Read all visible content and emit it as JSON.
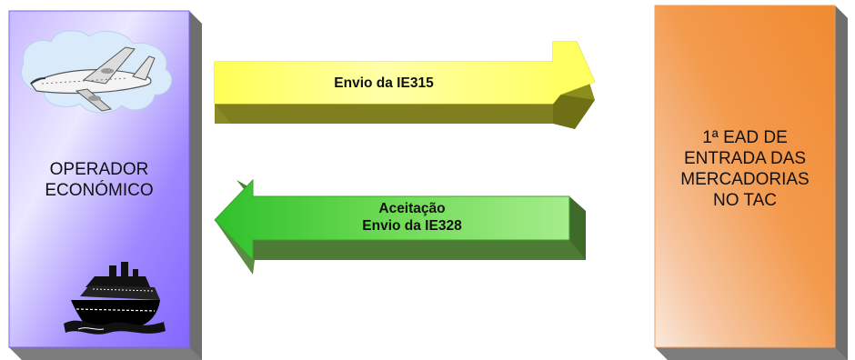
{
  "left_box": {
    "label_line1": "OPERADOR",
    "label_line2": "ECONÓMICO",
    "icons": [
      "airplane-icon",
      "ship-icon"
    ]
  },
  "right_box": {
    "label_line1": "1ª EAD DE",
    "label_line2": "ENTRADA DAS",
    "label_line3": "MERCADORIAS",
    "label_line4": "NO TAC"
  },
  "arrow_top": {
    "label": "Envio da IE315",
    "direction": "right",
    "color": "#ffff66"
  },
  "arrow_bottom": {
    "label_line1": "Aceitação",
    "label_line2": "Envio da IE328",
    "direction": "left",
    "color": "#66dd55"
  },
  "colors": {
    "left_box": "#8f79ff",
    "right_box": "#f28f3b",
    "box_shadow": "#7a7a7a"
  }
}
